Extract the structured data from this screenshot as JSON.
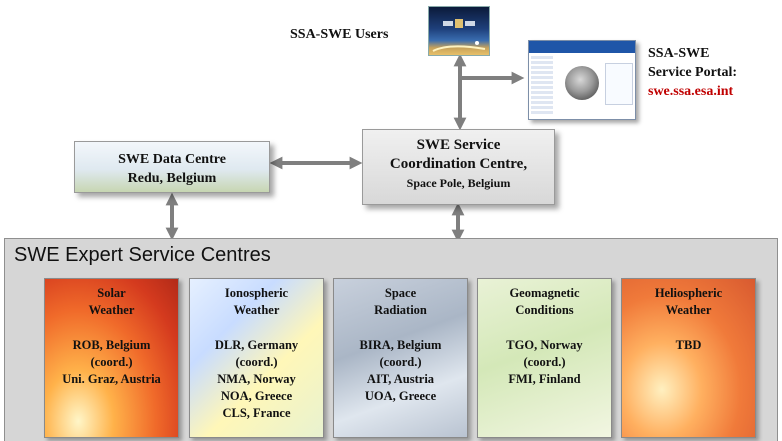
{
  "top": {
    "users_label": "SSA-SWE Users",
    "portal_label_1": "SSA-SWE",
    "portal_label_2": "Service Portal:",
    "portal_url": "swe.ssa.esa.int"
  },
  "data_centre": {
    "line1": "SWE Data Centre",
    "line2": "Redu, Belgium"
  },
  "coordination": {
    "line1": "SWE Service",
    "line2": "Coordination Centre,",
    "line3": "Space Pole, Belgium"
  },
  "expert": {
    "title": "SWE Expert Service Centres",
    "centres": [
      {
        "title": [
          "Solar",
          "Weather"
        ],
        "members": [
          "ROB, Belgium",
          "(coord.)",
          "Uni. Graz, Austria"
        ]
      },
      {
        "title": [
          "Ionospheric",
          "Weather"
        ],
        "members": [
          "DLR, Germany",
          "(coord.)",
          "NMA, Norway",
          "NOA, Greece",
          "CLS, France"
        ]
      },
      {
        "title": [
          "Space",
          "Radiation"
        ],
        "members": [
          "BIRA, Belgium",
          "(coord.)",
          "AIT, Austria",
          "UOA, Greece"
        ]
      },
      {
        "title": [
          "Geomagnetic",
          "Conditions"
        ],
        "members": [
          "TGO, Norway",
          "(coord.)",
          "FMI, Finland"
        ]
      },
      {
        "title": [
          "Heliospheric",
          "Weather"
        ],
        "members": [
          "TBD"
        ]
      }
    ]
  },
  "colors": {
    "arrow": "#7f7f7f",
    "url": "#c00000"
  }
}
